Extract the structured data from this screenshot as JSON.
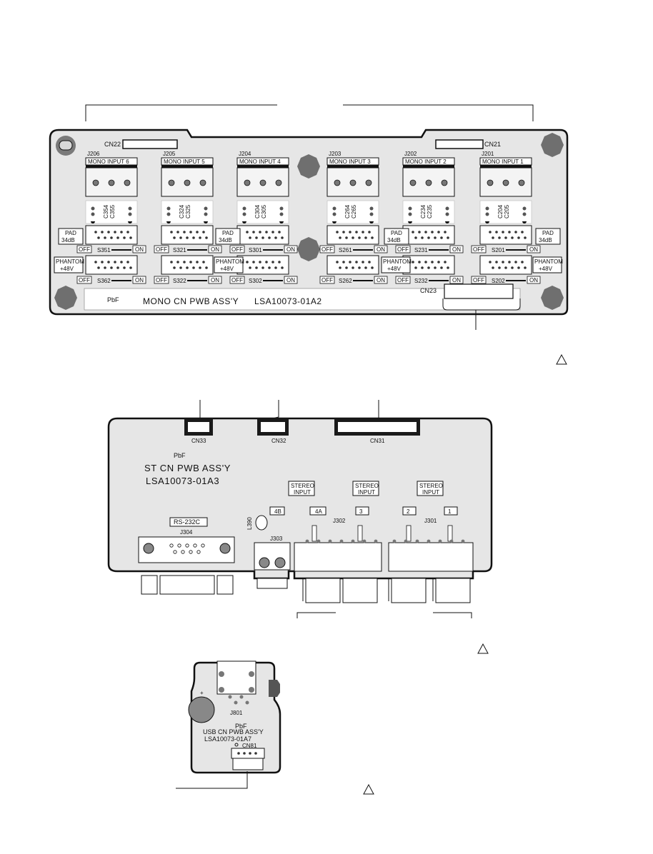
{
  "mono_board": {
    "name": "MONO CN PWB ASS'Y",
    "part_no": "LSA10073-01A2",
    "pbf": "PbF",
    "connectors": {
      "cn22": "CN22",
      "cn21": "CN21",
      "cn23": "CN23"
    },
    "inputs": [
      {
        "jack": "J206",
        "label": "MONO INPUT 6",
        "caps": [
          "C354",
          "C355"
        ],
        "pad_sw": "S351",
        "ph_sw": "S362"
      },
      {
        "jack": "J205",
        "label": "MONO INPUT 5",
        "caps": [
          "C324",
          "C325"
        ],
        "pad_sw": "S321",
        "ph_sw": "S322"
      },
      {
        "jack": "J204",
        "label": "MONO INPUT 4",
        "caps": [
          "C304",
          "C305"
        ],
        "pad_sw": "S301",
        "ph_sw": "S302"
      },
      {
        "jack": "J203",
        "label": "MONO INPUT 3",
        "caps": [
          "C264",
          "C265"
        ],
        "pad_sw": "S261",
        "ph_sw": "S262"
      },
      {
        "jack": "J202",
        "label": "MONO INPUT 2",
        "caps": [
          "C234",
          "C235"
        ],
        "pad_sw": "S231",
        "ph_sw": "S232"
      },
      {
        "jack": "J201",
        "label": "MONO INPUT 1",
        "caps": [
          "C204",
          "C205"
        ],
        "pad_sw": "S201",
        "ph_sw": "S202"
      }
    ],
    "pad_label": [
      "PAD",
      "34dB"
    ],
    "phantom_label": [
      "PHANTOM",
      "+48V"
    ],
    "off": "OFF",
    "on": "ON"
  },
  "st_board": {
    "name": "ST CN PWB ASS'Y",
    "part_no": "LSA10073-01A3",
    "pbf": "PbF",
    "connectors": {
      "cn33": "CN33",
      "cn32": "CN32",
      "cn31": "CN31"
    },
    "rs232c": "RS-232C",
    "j304": "J304",
    "j303": "J303",
    "j302": "J302",
    "j301": "J301",
    "l390": "L390",
    "stereo_input": [
      "STEREO",
      "INPUT"
    ],
    "channels": [
      "4B",
      "4A",
      "3",
      "2",
      "1"
    ]
  },
  "usb_board": {
    "name": "USB CN PWB ASS'Y",
    "part_no": "LSA10073-01A7",
    "pbf": "PbF",
    "j801": "J801",
    "cn81": "CN81"
  }
}
